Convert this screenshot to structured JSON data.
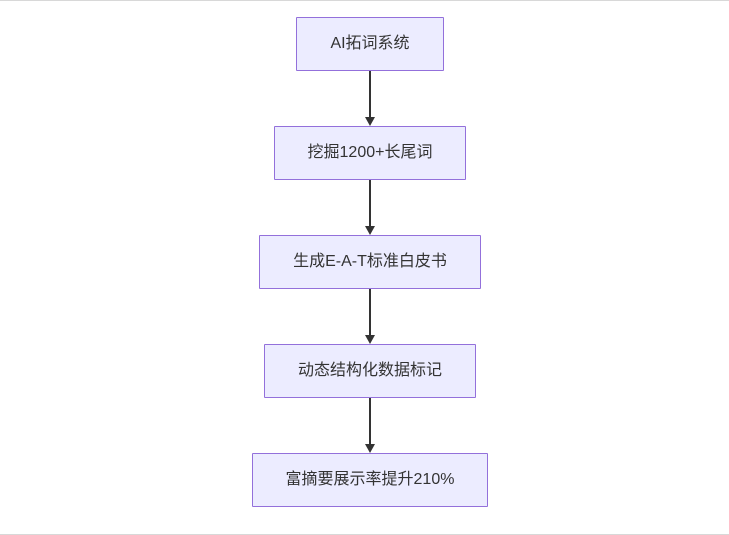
{
  "diagram": {
    "type": "flowchart",
    "direction": "top-down",
    "nodes": [
      {
        "id": "A",
        "label": "AI拓词系统"
      },
      {
        "id": "B",
        "label": "挖掘1200+长尾词"
      },
      {
        "id": "C",
        "label": "生成E-A-T标准白皮书"
      },
      {
        "id": "D",
        "label": "动态结构化数据标记"
      },
      {
        "id": "E",
        "label": "富摘要展示率提升210%"
      }
    ],
    "edges": [
      {
        "from": "A",
        "to": "B"
      },
      {
        "from": "B",
        "to": "C"
      },
      {
        "from": "C",
        "to": "D"
      },
      {
        "from": "D",
        "to": "E"
      }
    ],
    "colors": {
      "node_fill": "#ececff",
      "node_border": "#9370db",
      "arrow": "#333333",
      "text": "#333333"
    }
  }
}
